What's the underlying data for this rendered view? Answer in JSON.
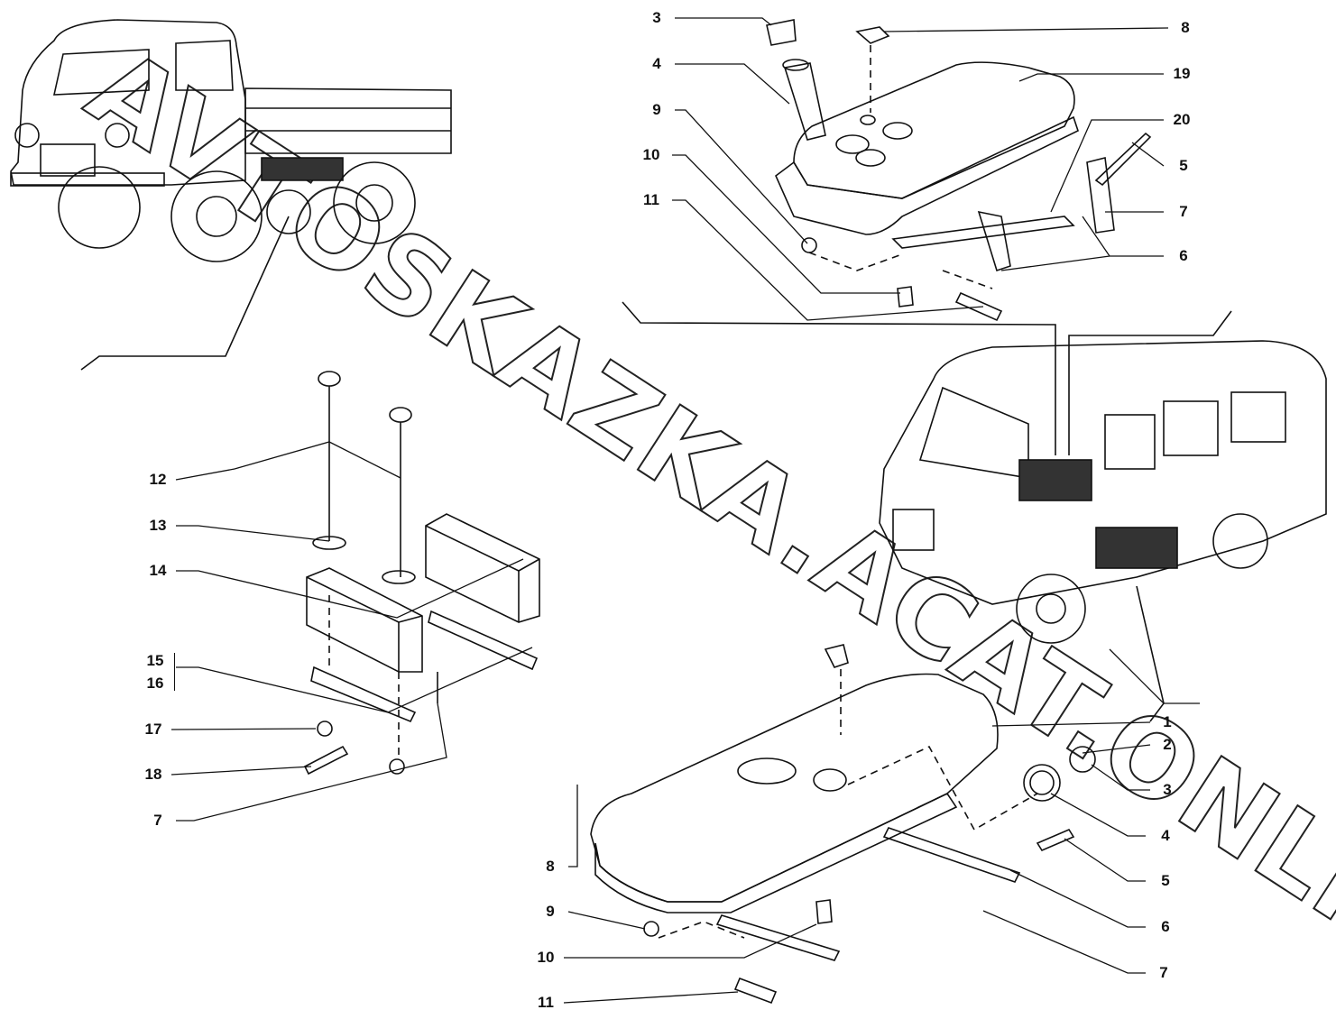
{
  "diagram": {
    "title": "Fuel tank assembly parts diagram",
    "watermark": "AVTOSKAZKA.ACAT.ONLINE",
    "top_tank_callouts": {
      "left": [
        "3",
        "4",
        "9",
        "10",
        "11"
      ],
      "right": [
        "8",
        "19",
        "20",
        "5",
        "7",
        "6"
      ]
    },
    "mounting_block_callouts": [
      "12",
      "13",
      "14",
      "15",
      "16",
      "17",
      "18",
      "7"
    ],
    "bottom_tank_callouts": {
      "right": [
        "1",
        "2",
        "3",
        "4",
        "5",
        "6",
        "7"
      ],
      "left": [
        "8",
        "9",
        "10",
        "11"
      ]
    },
    "line_color": "#111111",
    "background": "#ffffff"
  }
}
